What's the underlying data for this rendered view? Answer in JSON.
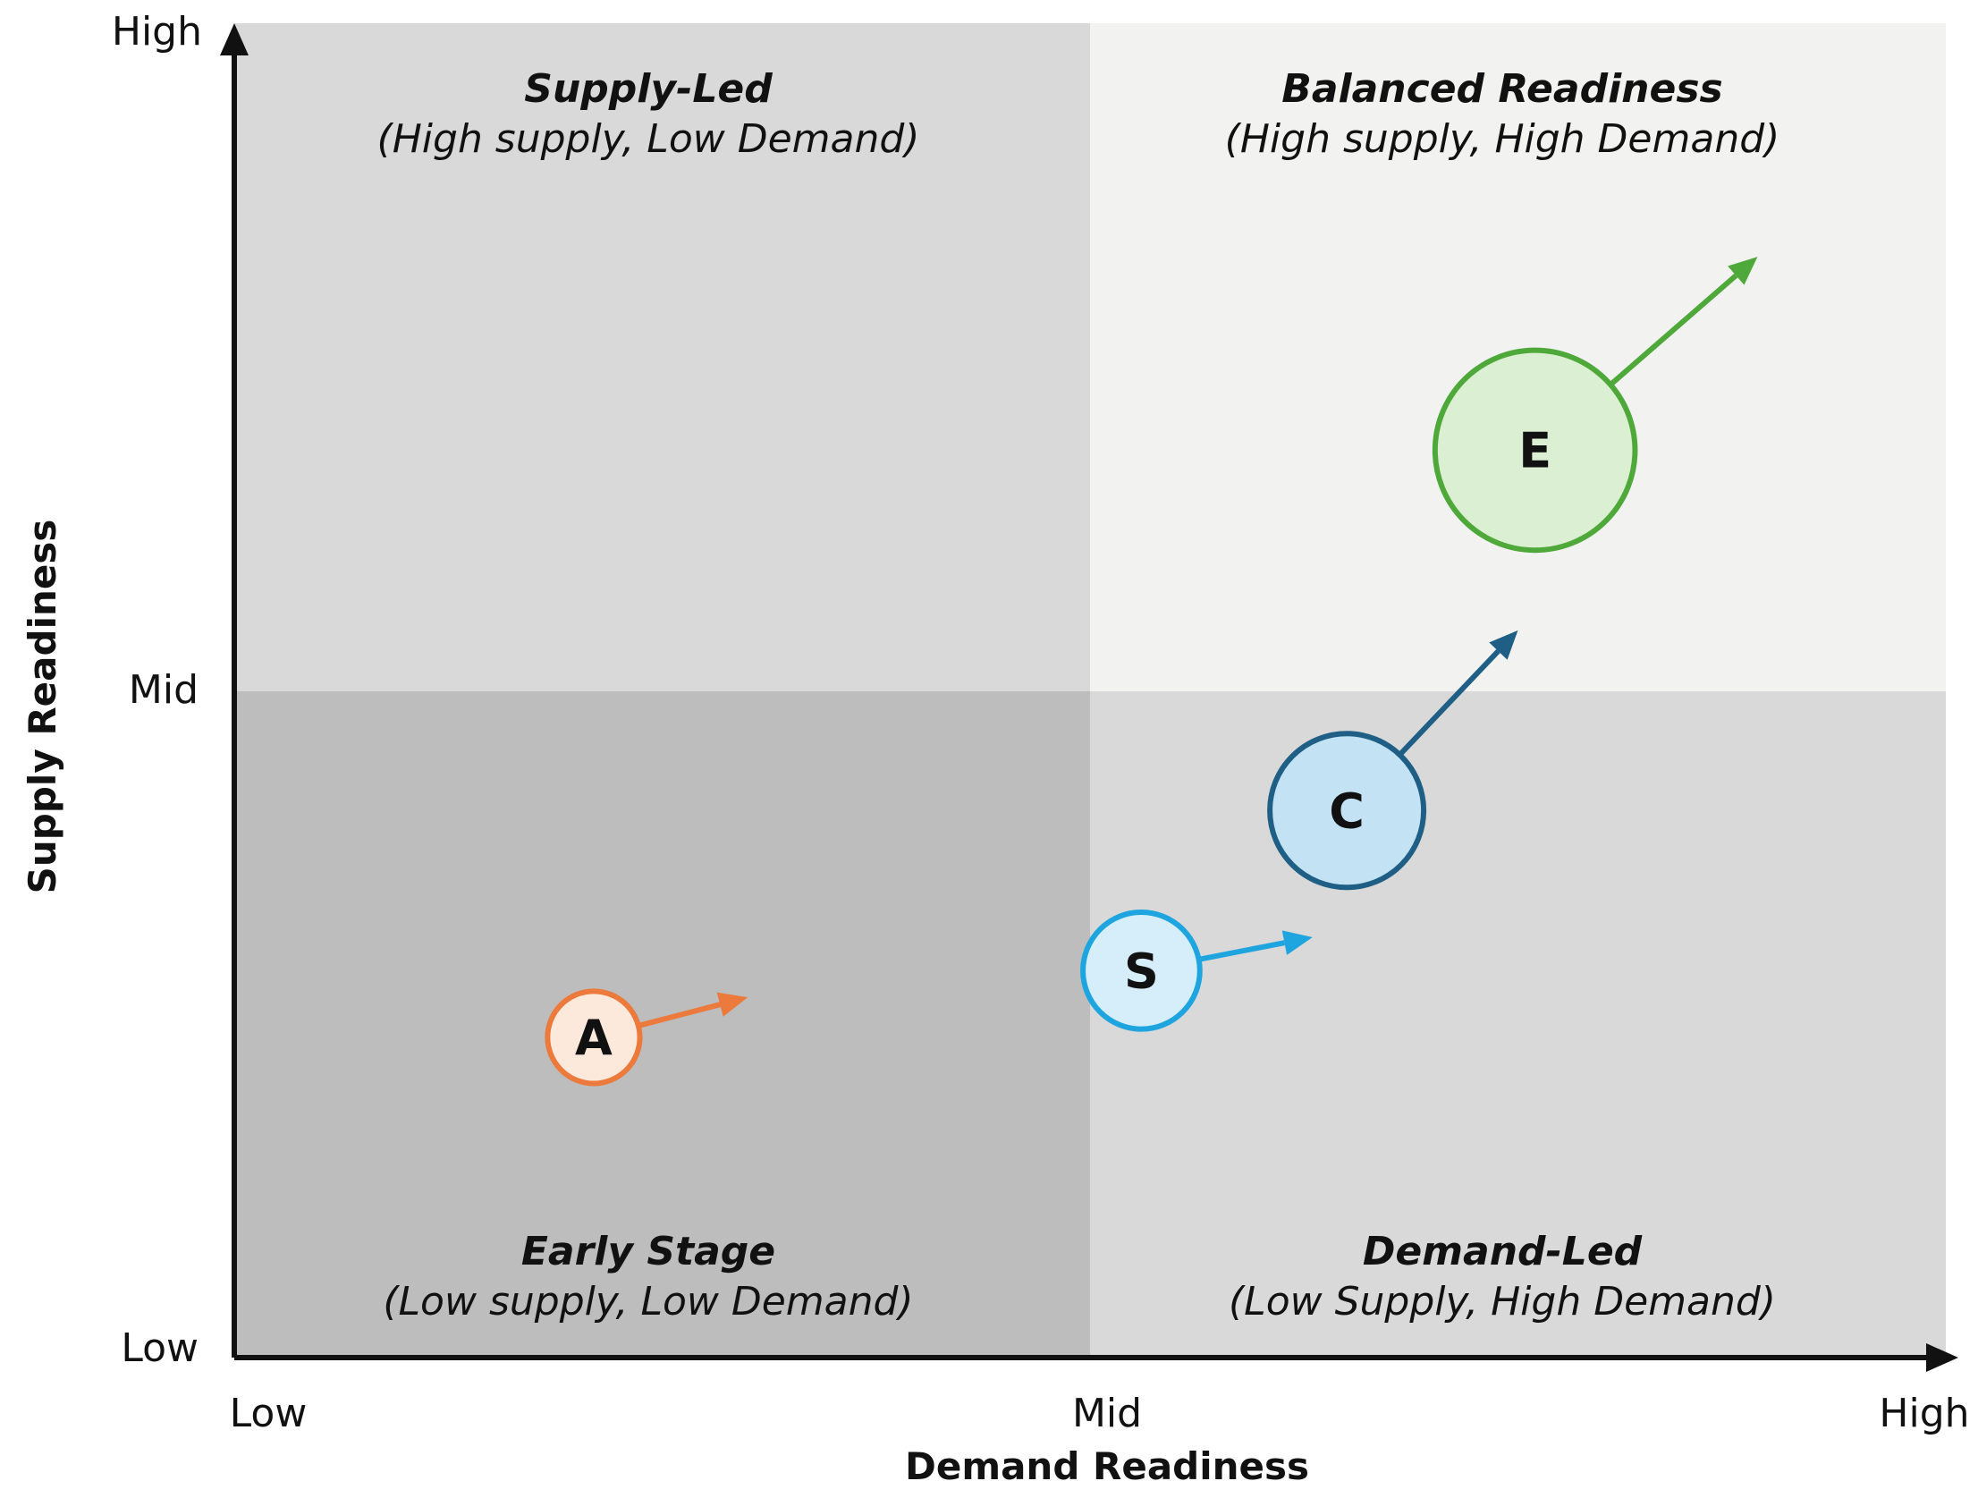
{
  "chart_data": {
    "type": "scatter",
    "xlabel": "Demand Readiness",
    "ylabel": "Supply Readiness",
    "x_ticks": [
      "Low",
      "Mid",
      "High"
    ],
    "y_ticks": [
      "Low",
      "Mid",
      "High"
    ],
    "quadrants": {
      "top_left": {
        "title": "Supply-Led",
        "subtitle": "(High supply, Low Demand)",
        "color": "#d9d9d9"
      },
      "top_right": {
        "title": "Balanced Readiness",
        "subtitle": "(High supply, High Demand)",
        "color": "#f2f2f1"
      },
      "bottom_left": {
        "title": "Early Stage",
        "subtitle": "(Low supply, Low Demand)",
        "color": "#bdbdbd"
      },
      "bottom_right": {
        "title": "Demand-Led",
        "subtitle": "(Low Supply, High Demand)",
        "color": "#d9d9d9"
      }
    },
    "bubbles": [
      {
        "label": "A",
        "x": 0.21,
        "y": 0.24,
        "size": 0.3,
        "stroke": "#eb7a3c",
        "fill": "#fde8dc",
        "arrow_to": [
          0.3,
          0.27
        ]
      },
      {
        "label": "S",
        "x": 0.53,
        "y": 0.29,
        "size": 0.38,
        "stroke": "#1ea5df",
        "fill": "#d5eef9",
        "arrow_to": [
          0.63,
          0.315
        ]
      },
      {
        "label": "C",
        "x": 0.65,
        "y": 0.41,
        "size": 0.5,
        "stroke": "#1f5f86",
        "fill": "#c3e3f4",
        "arrow_to": [
          0.75,
          0.545
        ]
      },
      {
        "label": "E",
        "x": 0.76,
        "y": 0.68,
        "size": 0.65,
        "stroke": "#4fa83a",
        "fill": "#dbefd2",
        "arrow_to": [
          0.89,
          0.825
        ]
      }
    ]
  }
}
